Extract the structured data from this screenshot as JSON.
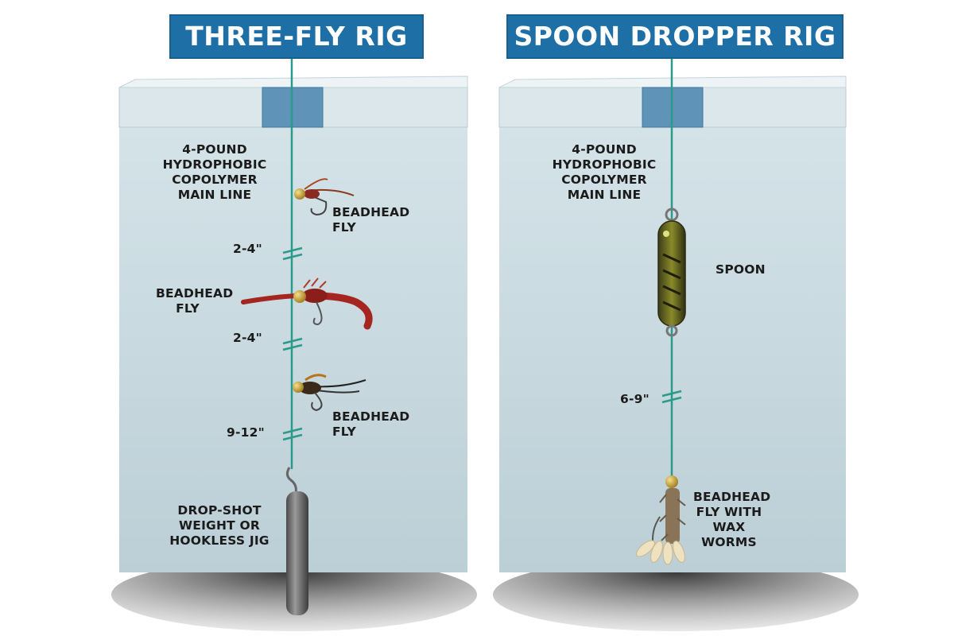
{
  "titles": {
    "left": "THREE-FLY RIG",
    "right": "SPOON DROPPER RIG"
  },
  "left_rig": {
    "main_line": "4-POUND\nHYDROPHOBIC\nCOPOLYMER\nMAIN LINE",
    "fly_top": "BEADHEAD\nFLY",
    "gap_1": "2-4\"",
    "fly_middle": "BEADHEAD\nFLY",
    "gap_2": "2-4\"",
    "fly_bottom": "BEADHEAD\nFLY",
    "gap_3": "9-12\"",
    "weight": "DROP-SHOT\nWEIGHT OR\nHOOKLESS JIG"
  },
  "right_rig": {
    "main_line": "4-POUND\nHYDROPHOBIC\nCOPOLYMER\nMAIN LINE",
    "spoon": "SPOON",
    "gap": "6-9\"",
    "fly": "BEADHEAD\nFLY WITH\nWAX\nWORMS"
  },
  "colors": {
    "title_bg": "#1d6fa6",
    "water": "#c3d6dc",
    "ice": "#dfeaee",
    "hole": "#5f93b8",
    "line": "#2a9a8a",
    "bottom": "#555555"
  }
}
